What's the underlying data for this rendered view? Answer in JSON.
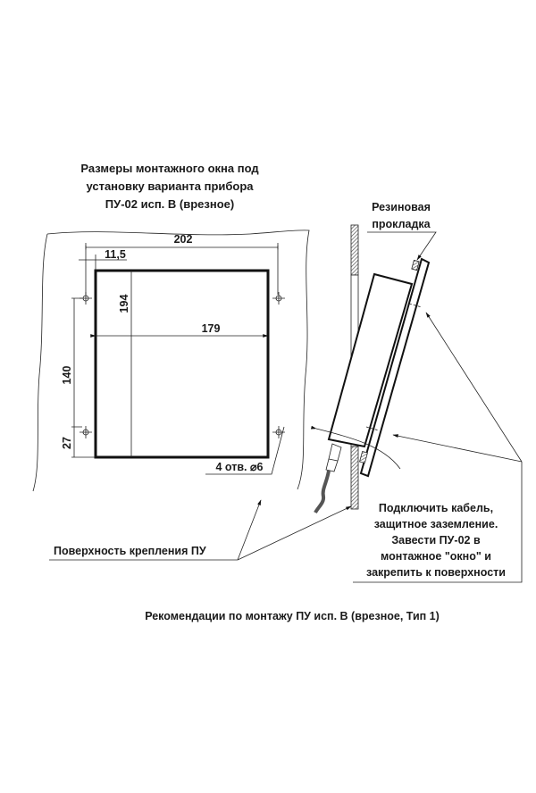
{
  "window_title": {
    "lines": [
      "Размеры монтажного окна под",
      "установку варианта прибора",
      "ПУ-02 исп. В (врезное)"
    ]
  },
  "dimensions": {
    "overall_width": "202",
    "offset": "11,5",
    "window_height": "194",
    "window_width": "179",
    "hole_spacing": "140",
    "bottom_offset": "27",
    "holes": "4 отв. ⌀6"
  },
  "labels": {
    "gasket": [
      "Резиновая",
      "прокладка"
    ],
    "instructions": [
      "Подключить кабель,",
      "защитное заземление.",
      "Завести ПУ-02 в",
      "монтажное \"окно\" и",
      "закрепить к поверхности"
    ],
    "surface": "Поверхность крепления ПУ"
  },
  "caption": "Рекомендации по монтажу ПУ исп. В (врезное, Тип 1)"
}
